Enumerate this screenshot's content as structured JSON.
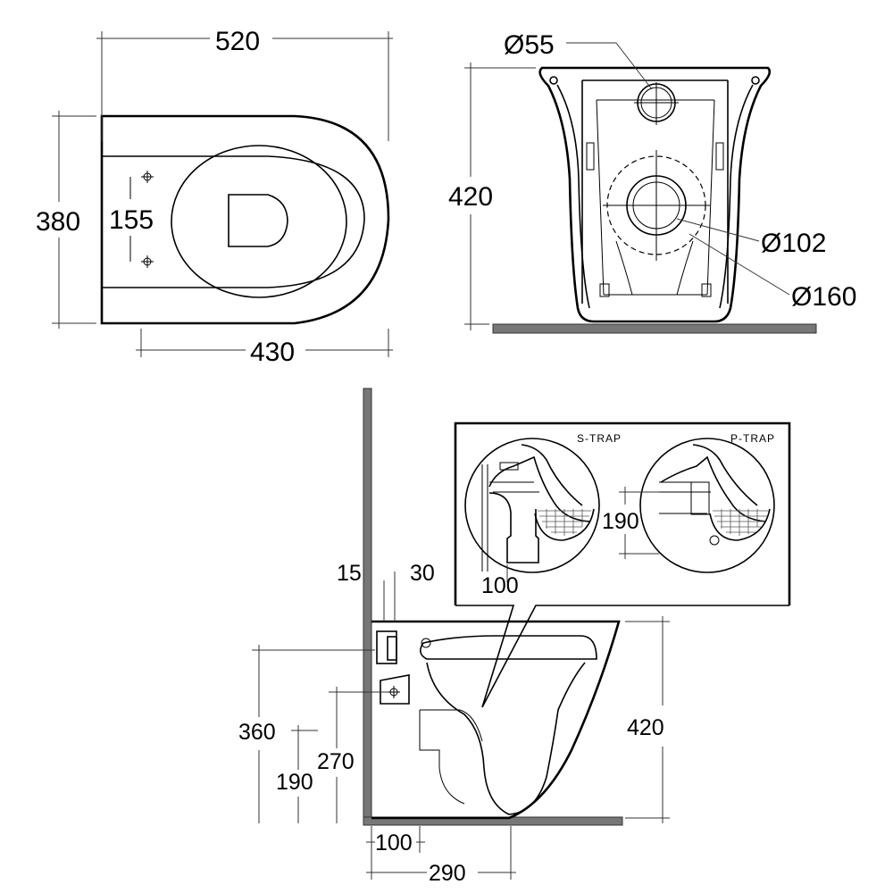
{
  "top_view": {
    "width_label": "520",
    "height_label": "380",
    "bolt_spacing_label": "155",
    "offset_label": "430"
  },
  "front_view": {
    "height_label": "420",
    "outlet_small_label": "Ø55",
    "outlet_medium_label": "Ø102",
    "outlet_large_label": "Ø160"
  },
  "side_view": {
    "wall_label": "15",
    "gap_label": "30",
    "height_label": "420",
    "inlet_height_label": "360",
    "bracket_height_label": "270",
    "drain_height_label": "190",
    "drain_offset_label": "100",
    "depth_label": "290"
  },
  "inset": {
    "s_trap_label": "S-TRAP",
    "p_trap_label": "P-TRAP",
    "p_trap_height_label": "190",
    "s_trap_offset_label": "100"
  },
  "colors": {
    "line": "#000000",
    "floor": "#777777"
  }
}
